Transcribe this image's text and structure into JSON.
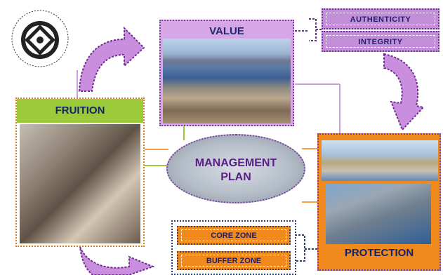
{
  "value": {
    "title": "VALUE",
    "photo": "Naples bay with Vesuvius"
  },
  "value_tags": [
    "AUTHENTICITY",
    "INTEGRITY"
  ],
  "fruition": {
    "title": "FRUITION"
  },
  "protection": {
    "title": "PROTECTION"
  },
  "management_plan": {
    "line1": "MANAGEMENT",
    "line2": "PLAN"
  },
  "zone_tags": [
    "CORE ZONE",
    "BUFFER ZONE"
  ],
  "colors": {
    "purple": "#c28ed8",
    "lavender": "#d6a6e6",
    "orange": "#f08a1c",
    "green": "#9bcb3b",
    "title_blue": "#13236b",
    "plan_text": "#5a1e86"
  },
  "icons": [
    "unesco-world-heritage-emblem",
    "curved-arrow-icon"
  ]
}
